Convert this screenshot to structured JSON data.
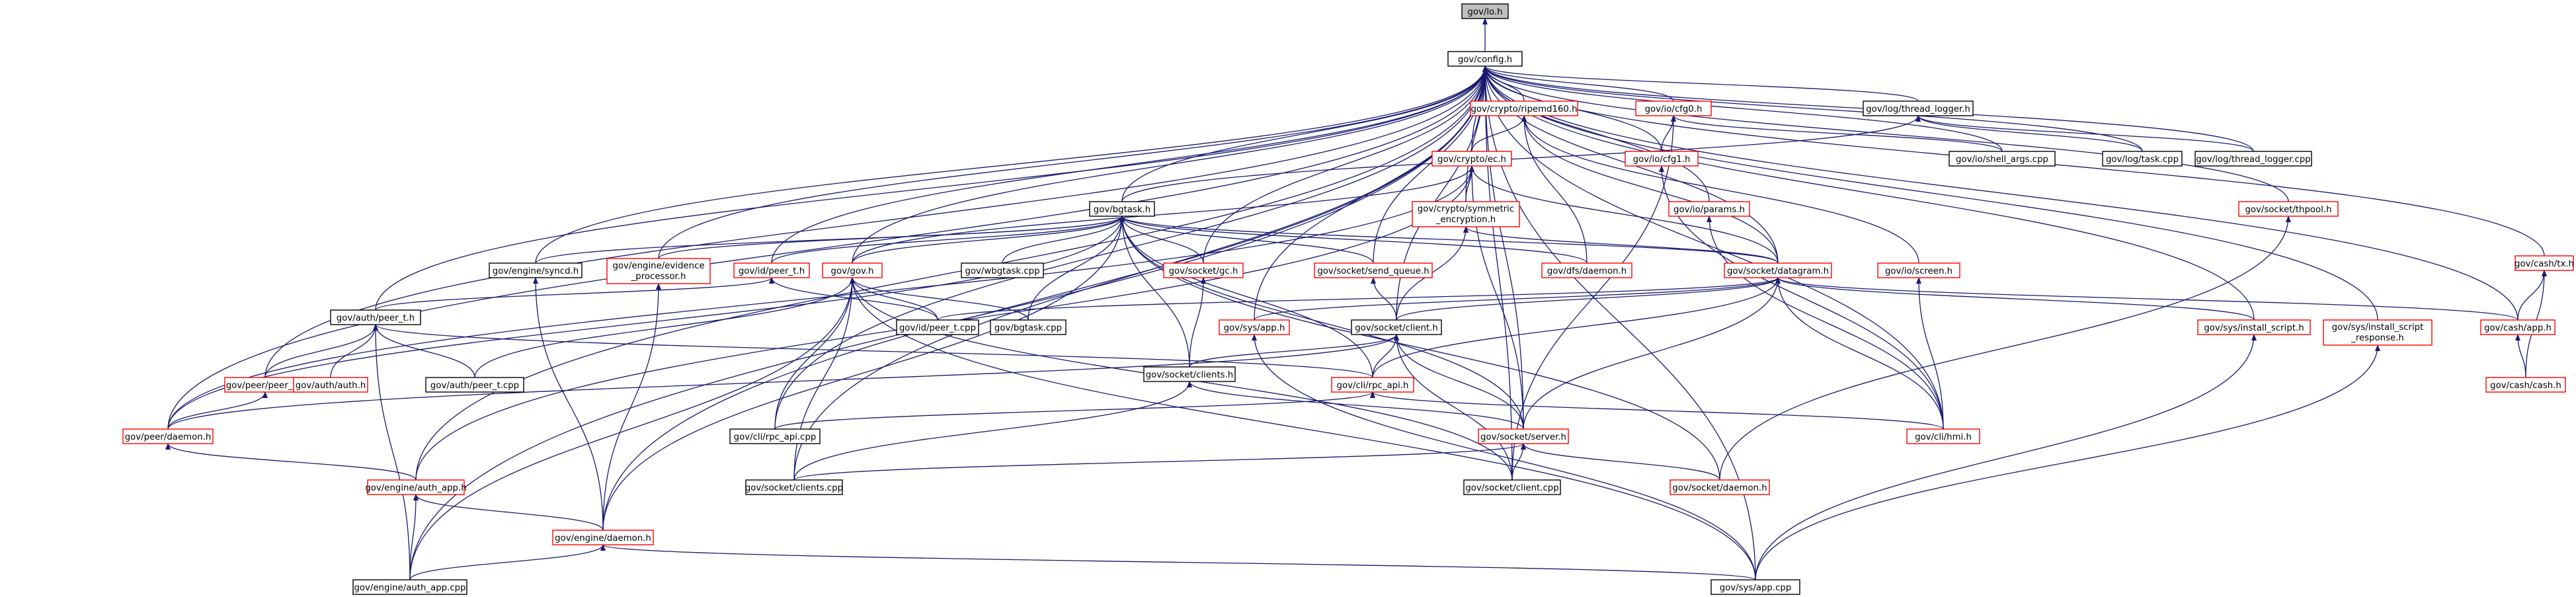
{
  "nodes": {
    "lo": "gov/lo.h",
    "config": "gov/config.h",
    "crypto_ripemd160": "gov/crypto/ripemd160.h",
    "io_cfg0": "gov/io/cfg0.h",
    "thread_logger": "gov/log/thread_logger.h",
    "crypto_ec": "gov/crypto/ec.h",
    "io_cfg1": "gov/io/cfg1.h",
    "shell_args": "gov/io/shell_args.cpp",
    "log_task": "gov/log/task.cpp",
    "thread_logger_cpp": "gov/log/thread_logger.cpp",
    "bgtask": "gov/bgtask.h",
    "sym_enc_1": "gov/crypto/symmetric",
    "sym_enc_2": "_encryption.h",
    "io_params": "gov/io/params.h",
    "socket_thpool": "gov/socket/thpool.h",
    "cash_tx": "gov/cash/tx.h",
    "engine_syncd": "gov/engine/syncd.h",
    "evidence_1": "gov/engine/evidence",
    "evidence_2": "_processor.h",
    "id_peer_t": "gov/id/peer_t.h",
    "gov": "gov/gov.h",
    "wbgtask": "gov/wbgtask.cpp",
    "socket_gc": "gov/socket/gc.h",
    "send_queue": "gov/socket/send_queue.h",
    "dfs_daemon": "gov/dfs/daemon.h",
    "datagram": "gov/socket/datagram.h",
    "io_screen": "gov/io/screen.h",
    "auth_peer_t": "gov/auth/peer_t.h",
    "id_peer_t_cpp": "gov/id/peer_t.cpp",
    "bgtask_cpp": "gov/bgtask.cpp",
    "sys_app": "gov/sys/app.h",
    "socket_client": "gov/socket/client.h",
    "install_script": "gov/sys/install_script.h",
    "install_resp_1": "gov/sys/install_script",
    "install_resp_2": "_response.h",
    "cash_app": "gov/cash/app.h",
    "peer_peer_t": "gov/peer/peer_t.h",
    "auth_auth": "gov/auth/auth.h",
    "auth_peer_t_cpp": "gov/auth/peer_t.cpp",
    "clients_h": "gov/socket/clients.h",
    "rpc_api": "gov/cli/rpc_api.h",
    "cash_cash": "gov/cash/cash.h",
    "peer_daemon": "gov/peer/daemon.h",
    "rpc_api_cpp": "gov/cli/rpc_api.cpp",
    "socket_server": "gov/socket/server.h",
    "cli_hmi": "gov/cli/hmi.h",
    "auth_app": "gov/engine/auth_app.h",
    "clients_cpp": "gov/socket/clients.cpp",
    "client_cpp": "gov/socket/client.cpp",
    "socket_daemon": "gov/socket/daemon.h",
    "engine_daemon": "gov/engine/daemon.h",
    "auth_app_cpp": "gov/engine/auth_app.cpp",
    "sys_app_cpp": "gov/sys/app.cpp"
  },
  "colors": {
    "edge": "#191970",
    "incomplete_border": "#ff0000",
    "complete_border": "#000000",
    "root_fill": "#bfbfbf"
  }
}
